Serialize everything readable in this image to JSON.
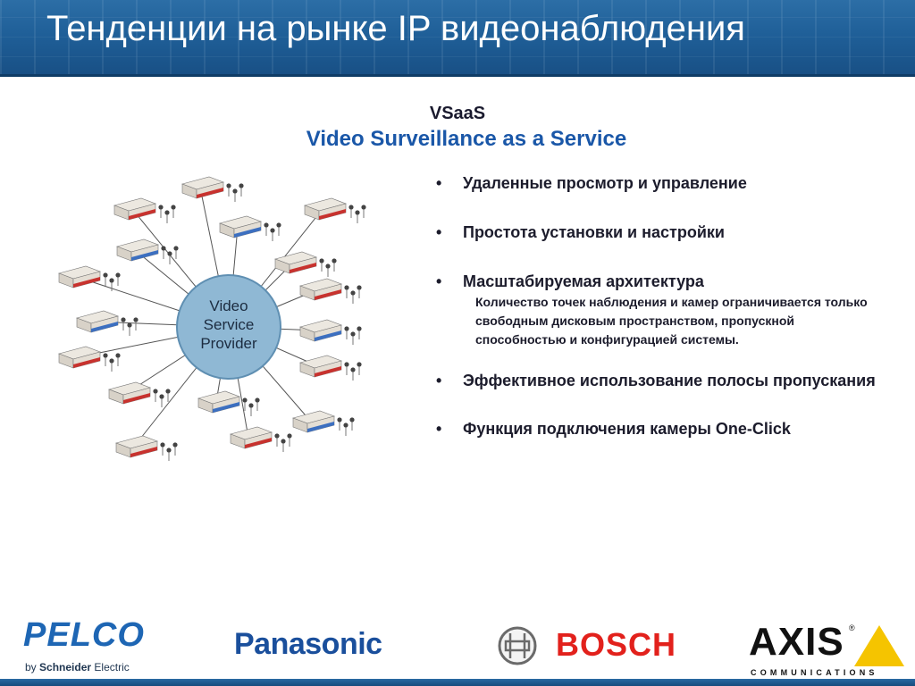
{
  "header": {
    "title": "Тенденции на рынке IP видеонаблюдения"
  },
  "subtitle": {
    "line1": "VSaaS",
    "line2": "Video Surveillance as a Service"
  },
  "diagram": {
    "hub_lines": [
      "Video",
      "Service",
      "Provider"
    ]
  },
  "bullets": [
    {
      "text": "Удаленные просмотр и управление"
    },
    {
      "text": "Простота установки и настройки"
    },
    {
      "text": "Масштабируемая архитектура",
      "sub": "Количество точек наблюдения и камер ограничивается только свободным дисковым пространством, пропускной способностью и конфигурацией системы."
    },
    {
      "text": "Эффективное использование полосы пропускания"
    },
    {
      "text": "Функция подключения камеры One-Click"
    }
  ],
  "logos": {
    "pelco": "PELCO",
    "pelco_by": "by",
    "pelco_schneider": "Schneider",
    "pelco_electric": "Electric",
    "panasonic": "Panasonic",
    "bosch": "BOSCH",
    "axis": "AXIS",
    "axis_reg": "®",
    "axis_comm": "COMMUNICATIONS"
  },
  "colors": {
    "accent_blue": "#1a57a8",
    "header_blue": "#1f5f98",
    "bosch_red": "#e2211c",
    "axis_yellow": "#f5c400",
    "hub_fill": "#8fb8d4"
  },
  "bullet_glyph": "•"
}
